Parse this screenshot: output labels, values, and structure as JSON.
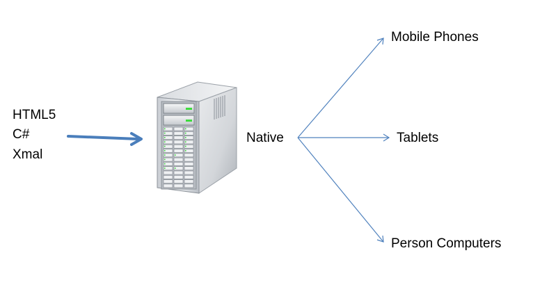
{
  "inputs": {
    "items": [
      "HTML5",
      "C#",
      "Xmal"
    ]
  },
  "server": {
    "icon": "server-tower-icon"
  },
  "output": {
    "label": "Native",
    "targets": [
      "Mobile Phones",
      "Tablets",
      "Person Computers"
    ]
  },
  "colors": {
    "thick_arrow": "#4a7ebb",
    "thin_arrow": "#4f81bd",
    "led": "#3ddc3d"
  }
}
